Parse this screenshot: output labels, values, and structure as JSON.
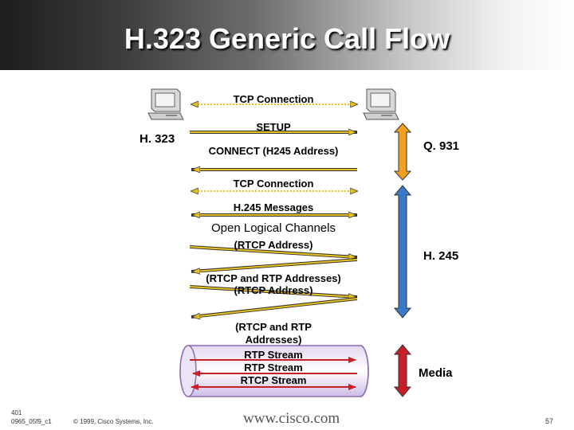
{
  "title": "H.323 Generic Call Flow",
  "endpoint_label": "H. 323",
  "messages": {
    "tcp_connection_1": "TCP Connection",
    "setup": "SETUP",
    "connect": "CONNECT (H245 Address)",
    "tcp_connection_2": "TCP Connection",
    "h245_messages": "H.245 Messages",
    "open_logical_channels": "Open Logical Channels",
    "rtcp_address_1": "(RTCP Address)",
    "rtcp_rtp_addresses_1": "(RTCP and RTP Addresses)",
    "rtcp_address_2": "(RTCP Address)",
    "rtcp_rtp_addresses_2": "(RTCP and RTP Addresses)",
    "rtp_stream_1": "RTP Stream",
    "rtp_stream_2": "RTP Stream",
    "rtcp_stream": "RTCP Stream"
  },
  "phases": {
    "q931": "Q. 931",
    "h245": "H. 245",
    "media": "Media"
  },
  "footer": {
    "slide_code": "401\n0965_05f9_c1",
    "copyright": "© 1999, Cisco Systems, Inc.",
    "website": "www.cisco.com",
    "page_number": "57"
  },
  "colors": {
    "arrow_yellow": "#e8c020",
    "arrow_dark": "#333333",
    "phase_orange": "#f0a020",
    "phase_blue": "#3c78c8",
    "media_red": "#c81e28",
    "pipe_purple": "#8c6cb4"
  }
}
